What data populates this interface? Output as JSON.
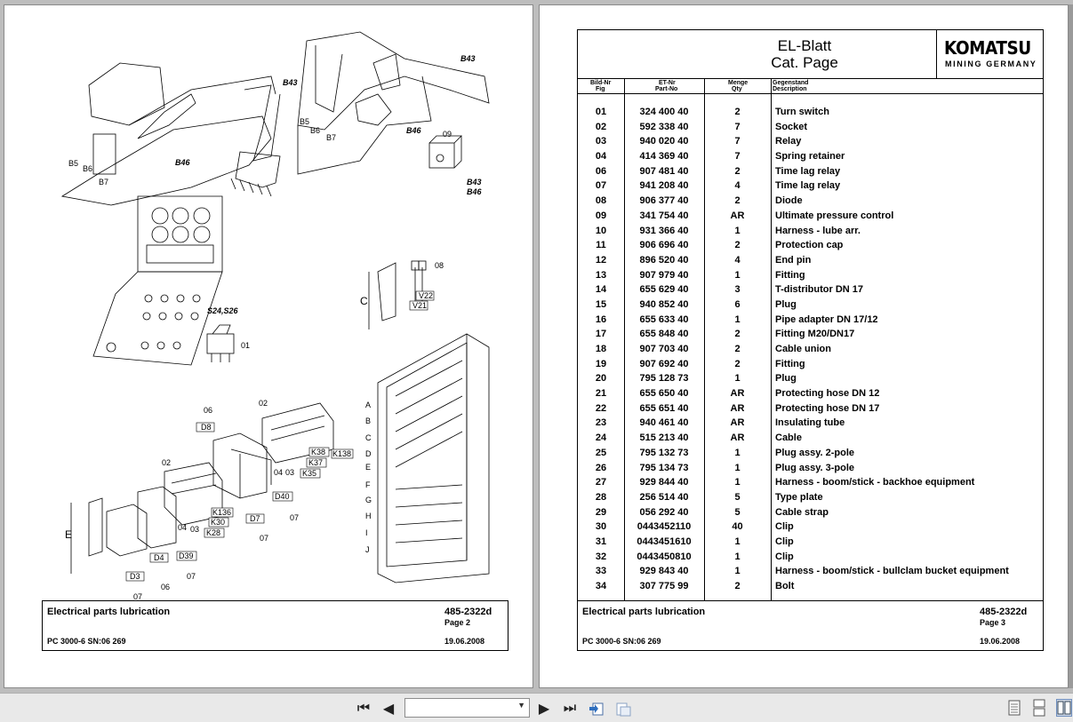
{
  "left_page": {
    "footer": {
      "title": "Electrical parts lubrication",
      "doc_no": "485-2322d",
      "page": "Page 2",
      "model": "PC 3000-6 SN:06 269",
      "date": "19.06.2008"
    },
    "callouts": {
      "b43": "B43",
      "b43_b": "B43",
      "b43_c": "B43",
      "b46": "B46",
      "b46_b": "B46",
      "b46_c": "B46",
      "b5": "B5",
      "b6": "B6",
      "b7": "B7",
      "b5b": "B5",
      "b6b": "B6",
      "b7b": "B7",
      "n09": "09",
      "n08": "08",
      "n01": "01",
      "s24s26": "S24,S26",
      "c": "C",
      "v22": "V22",
      "v21": "V21",
      "n06": "06",
      "d8": "D8",
      "n02a": "02",
      "n02b": "02",
      "k38": "K38",
      "k138": "K138",
      "k37": "K37",
      "k35": "K35",
      "n04a": "04",
      "n03a": "03",
      "d40": "D40",
      "n07a": "07",
      "k136": "K136",
      "k30": "K30",
      "k28": "K28",
      "n04b": "04",
      "n03b": "03",
      "d7": "D7",
      "n07b": "07",
      "e": "E",
      "d4": "D4",
      "d39": "D39",
      "d3": "D3",
      "n06b": "06",
      "n07c": "07",
      "n07d": "07",
      "cab_a": "A",
      "cab_b": "B",
      "cab_c": "C",
      "cab_d": "D",
      "cab_e": "E",
      "cab_f": "F",
      "cab_g": "G",
      "cab_h": "H",
      "cab_i": "I",
      "cab_j": "J"
    }
  },
  "right_page": {
    "header": {
      "title_line1": "EL-Blatt",
      "title_line2": "Cat. Page",
      "logo": "KOMATSU",
      "logo_sub": "MINING GERMANY"
    },
    "columns": {
      "fig_de": "Bild-Nr",
      "fig_en": "Fig",
      "part_de": "ET-Nr",
      "part_en": "Part-No",
      "qty_de": "Menge",
      "qty_en": "Qty",
      "desc_de": "Gegenstand",
      "desc_en": "Description"
    },
    "rows": [
      {
        "fig": "01",
        "part": "324 400 40",
        "qty": "2",
        "desc": "Turn switch"
      },
      {
        "fig": "02",
        "part": "592 338 40",
        "qty": "7",
        "desc": "Socket"
      },
      {
        "fig": "03",
        "part": "940 020 40",
        "qty": "7",
        "desc": "Relay"
      },
      {
        "fig": "04",
        "part": "414 369 40",
        "qty": "7",
        "desc": "Spring retainer"
      },
      {
        "fig": "06",
        "part": "907 481 40",
        "qty": "2",
        "desc": "Time lag relay"
      },
      {
        "fig": "07",
        "part": "941 208 40",
        "qty": "4",
        "desc": "Time lag relay"
      },
      {
        "fig": "08",
        "part": "906 377 40",
        "qty": "2",
        "desc": "Diode"
      },
      {
        "fig": "09",
        "part": "341 754 40",
        "qty": "AR",
        "desc": "Ultimate pressure control"
      },
      {
        "fig": "10",
        "part": "931 366 40",
        "qty": "1",
        "desc": "Harness - lube arr."
      },
      {
        "fig": "11",
        "part": "906 696 40",
        "qty": "2",
        "desc": "Protection cap"
      },
      {
        "fig": "12",
        "part": "896 520 40",
        "qty": "4",
        "desc": "End pin"
      },
      {
        "fig": "13",
        "part": "907 979 40",
        "qty": "1",
        "desc": "Fitting"
      },
      {
        "fig": "14",
        "part": "655 629 40",
        "qty": "3",
        "desc": "T-distributor DN 17"
      },
      {
        "fig": "15",
        "part": "940 852 40",
        "qty": "6",
        "desc": "Plug"
      },
      {
        "fig": "16",
        "part": "655 633 40",
        "qty": "1",
        "desc": "Pipe adapter DN 17/12"
      },
      {
        "fig": "17",
        "part": "655 848 40",
        "qty": "2",
        "desc": "Fitting  M20/DN17"
      },
      {
        "fig": "18",
        "part": "907 703 40",
        "qty": "2",
        "desc": "Cable union"
      },
      {
        "fig": "19",
        "part": "907 692 40",
        "qty": "2",
        "desc": "Fitting"
      },
      {
        "fig": "20",
        "part": "795 128 73",
        "qty": "1",
        "desc": "Plug"
      },
      {
        "fig": "21",
        "part": "655 650 40",
        "qty": "AR",
        "desc": "Protecting hose DN 12"
      },
      {
        "fig": "22",
        "part": "655 651 40",
        "qty": "AR",
        "desc": "Protecting hose DN 17"
      },
      {
        "fig": "23",
        "part": "940 461 40",
        "qty": "AR",
        "desc": "Insulating tube"
      },
      {
        "fig": "24",
        "part": "515 213 40",
        "qty": "AR",
        "desc": "Cable"
      },
      {
        "fig": "25",
        "part": "795 132 73",
        "qty": "1",
        "desc": "Plug assy. 2-pole"
      },
      {
        "fig": "26",
        "part": "795 134 73",
        "qty": "1",
        "desc": "Plug assy. 3-pole"
      },
      {
        "fig": "27",
        "part": "929 844 40",
        "qty": "1",
        "desc": "Harness - boom/stick - backhoe equipment"
      },
      {
        "fig": "28",
        "part": "256 514 40",
        "qty": "5",
        "desc": "Type plate"
      },
      {
        "fig": "29",
        "part": "056 292 40",
        "qty": "5",
        "desc": "Cable strap"
      },
      {
        "fig": "30",
        "part": "0443452110",
        "qty": "40",
        "desc": "Clip"
      },
      {
        "fig": "31",
        "part": "0443451610",
        "qty": "1",
        "desc": "Clip"
      },
      {
        "fig": "32",
        "part": "0443450810",
        "qty": "1",
        "desc": "Clip"
      },
      {
        "fig": "33",
        "part": "929 843 40",
        "qty": "1",
        "desc": "Harness - boom/stick - bullclam bucket equipment"
      },
      {
        "fig": "34",
        "part": "307 775 99",
        "qty": "2",
        "desc": "Bolt"
      }
    ],
    "footer": {
      "title": "Electrical parts lubrication",
      "doc_no": "485-2322d",
      "page": "Page 3",
      "model": "PC 3000-6 SN:06 269",
      "date": "19.06.2008"
    }
  },
  "toolbar": {
    "first_icon": "first-page-icon",
    "prev_icon": "previous-page-icon",
    "page_select_value": "",
    "next_icon": "next-page-icon",
    "last_icon": "last-page-icon",
    "back_icon": "go-back-icon",
    "forward_icon": "go-forward-icon",
    "view_single_icon": "single-page-view-icon",
    "view_continuous_icon": "continuous-view-icon",
    "view_facing_icon": "facing-pages-view-icon",
    "glyph_first": "⏮",
    "glyph_prev": "◀",
    "glyph_next": "▶",
    "glyph_last": "⏭",
    "glyph_dropdown": "▼"
  }
}
